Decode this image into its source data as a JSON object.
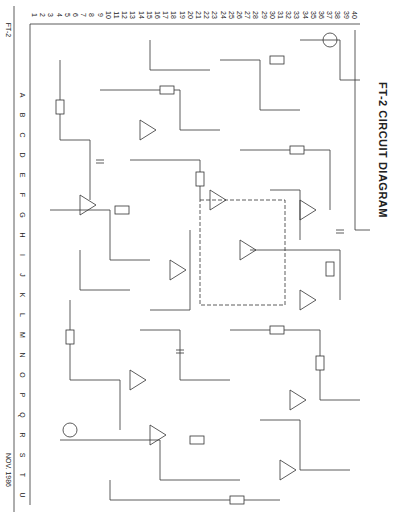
{
  "diagram": {
    "title": "FT-2 CIRCUIT DIAGRAM",
    "labels": [
      "FT-2",
      "NOV. 1986",
      "A",
      "B",
      "C",
      "D",
      "E",
      "F",
      "G",
      "H",
      "I",
      "J",
      "K",
      "L",
      "M",
      "N",
      "O",
      "P",
      "Q",
      "R",
      "S",
      "T",
      "U",
      "1",
      "2",
      "3",
      "4",
      "5",
      "6",
      "7",
      "8",
      "9",
      "10",
      "11",
      "12",
      "13",
      "14",
      "15",
      "16",
      "17",
      "18",
      "19",
      "20",
      "21",
      "22",
      "23",
      "24",
      "25",
      "26",
      "27",
      "28",
      "29",
      "30",
      "31",
      "32",
      "33",
      "34",
      "35",
      "36",
      "37",
      "38",
      "39",
      "40"
    ]
  }
}
